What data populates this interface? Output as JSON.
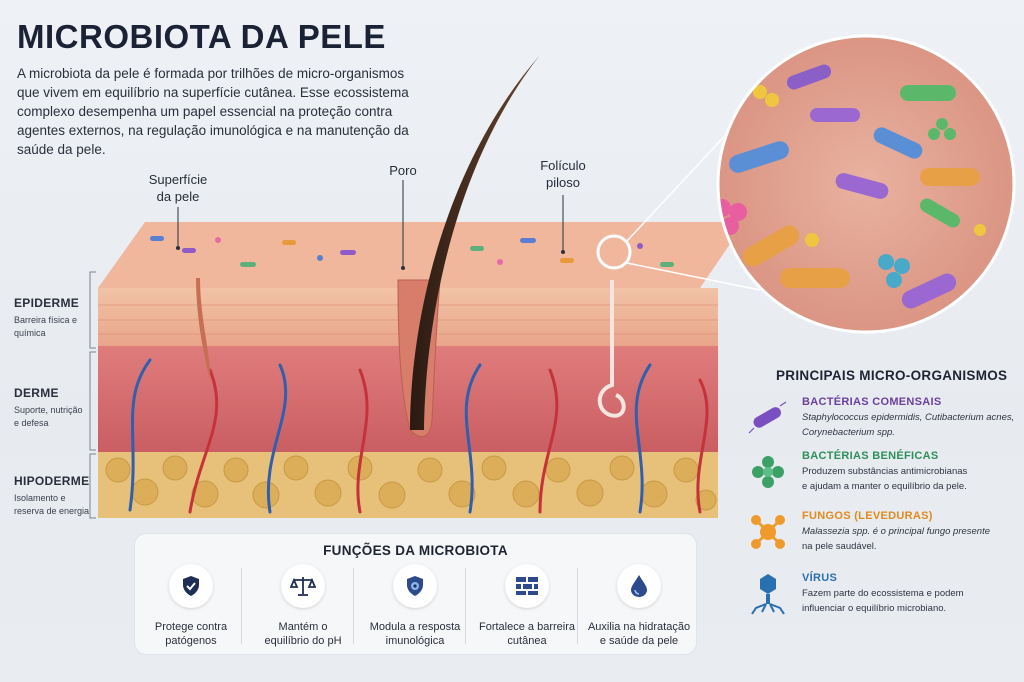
{
  "header": {
    "title": "MICROBIOTA DA PELE",
    "intro": "A microbiota da pele é formada por trilhões de micro-organismos que vivem em equilíbrio na superfície cutânea. Esse ecossistema complexo desempenha um papel essencial na proteção contra agentes externos, na regulação imunológica e na manutenção da saúde da pele."
  },
  "diagram_labels": {
    "surface_line1": "Superfície",
    "surface_line2": "da pele",
    "pore": "Poro",
    "follicle_line1": "Folículo",
    "follicle_line2": "piloso"
  },
  "layers": [
    {
      "name": "EPIDERME",
      "desc_line1": "Barreira física e",
      "desc_line2": "química"
    },
    {
      "name": "DERME",
      "desc_line1": "Suporte, nutrição",
      "desc_line2": "e defesa"
    },
    {
      "name": "HIPODERME",
      "desc_line1": "Isolamento e",
      "desc_line2": "reserva de energia"
    }
  ],
  "functions": {
    "title": "FUNÇÕES DA MICROBIOTA",
    "items": [
      {
        "line1": "Protege contra",
        "line2": "patógenos",
        "icon": "shield-check-icon"
      },
      {
        "line1": "Mantém o",
        "line2": "equilíbrio do pH",
        "icon": "scale-icon"
      },
      {
        "line1": "Modula a resposta",
        "line2": "imunológica",
        "icon": "immune-shield-icon"
      },
      {
        "line1": "Fortalece a barreira",
        "line2": "cutânea",
        "icon": "brick-wall-icon"
      },
      {
        "line1": "Auxilia na hidratação",
        "line2": "e saúde da pele",
        "icon": "water-drop-icon"
      }
    ]
  },
  "organisms": {
    "title": "PRINCIPAIS MICRO-ORGANISMOS",
    "items": [
      {
        "name": "BACTÉRIAS COMENSAIS",
        "color": "#6b3fa0",
        "line1": "Staphylococcus epidermidis, Cutibacterium acnes,",
        "line2": "Corynebacterium spp.",
        "icon": "rod-bacteria-icon"
      },
      {
        "name": "BACTÉRIAS BENÉFICAS",
        "color": "#2f8f5b",
        "line1": "Produzem substâncias antimicrobianas",
        "line2": "e ajudam a manter o equilíbrio da pele.",
        "icon": "cocci-cluster-icon"
      },
      {
        "name": "FUNGOS (LEVEDURAS)",
        "color": "#e08a1e",
        "line1": "Malassezia spp. é o principal fungo presente",
        "line2": "na pele saudável.",
        "icon": "yeast-icon"
      },
      {
        "name": "VÍRUS",
        "color": "#2a6fb0",
        "line1": "Fazem parte do ecossistema e podem",
        "line2": "influenciar o equilíbrio microbiano.",
        "icon": "virus-icon"
      }
    ]
  }
}
